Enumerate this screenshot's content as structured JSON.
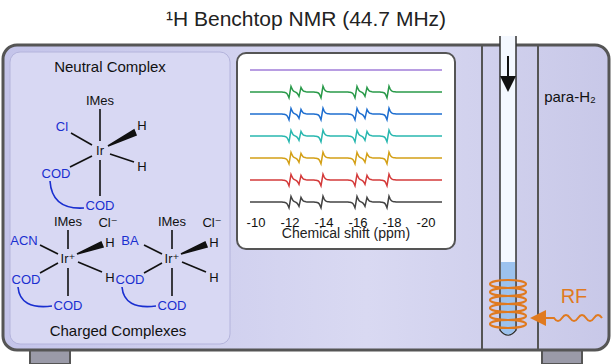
{
  "diagram": {
    "title": "¹H Benchtop NMR (44.7 MHz)",
    "nodes": [
      {
        "text": [
          "Chemical shift (ppm)"
        ]
      }
    ],
    "labels": [
      "Neutral Complex",
      "IMes",
      "Cl",
      "Ir",
      "H",
      "H",
      "COD",
      "COD",
      "IMes",
      "Cl⁻",
      "ACN",
      "Ir⁺",
      "H",
      "H",
      "COD",
      "COD",
      "IMes",
      "Cl⁻",
      "BA",
      "Ir⁺",
      "H",
      "H",
      "COD",
      "COD",
      "Charged Complexes",
      "-10",
      "-12",
      "-14",
      "-16",
      "-18",
      "-20",
      "para-H₂",
      "RF"
    ]
  }
}
